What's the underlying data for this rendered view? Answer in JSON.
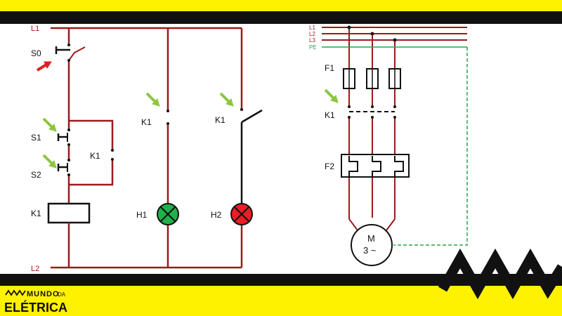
{
  "colors": {
    "wire": "#9b1b1b",
    "pe": "#2aa34a",
    "black": "#111111",
    "yellow": "#fff200",
    "arrow_green": "#8cc63f",
    "arrow_red": "#e02020",
    "lamp_green": "#1fb14b",
    "lamp_red": "#ee1c25"
  },
  "control": {
    "bus_top": "L1",
    "bus_bottom": "L2",
    "s0": "S0",
    "s1": "S1",
    "s2": "S2",
    "k1_hold": "K1",
    "k1_coil": "K1",
    "k1_no": "K1",
    "k1_nc": "K1",
    "h1": "H1",
    "h2": "H2"
  },
  "power": {
    "l1": "L1",
    "l2": "L2",
    "l3": "L3",
    "pe": "PE",
    "f1": "F1",
    "k1": "K1",
    "f2": "F2",
    "motor_m": "M",
    "motor_phase": "3 ~"
  },
  "brand": {
    "line1": "MUNDO",
    "line1b": "DA",
    "line2": "ELÉTRICA"
  }
}
